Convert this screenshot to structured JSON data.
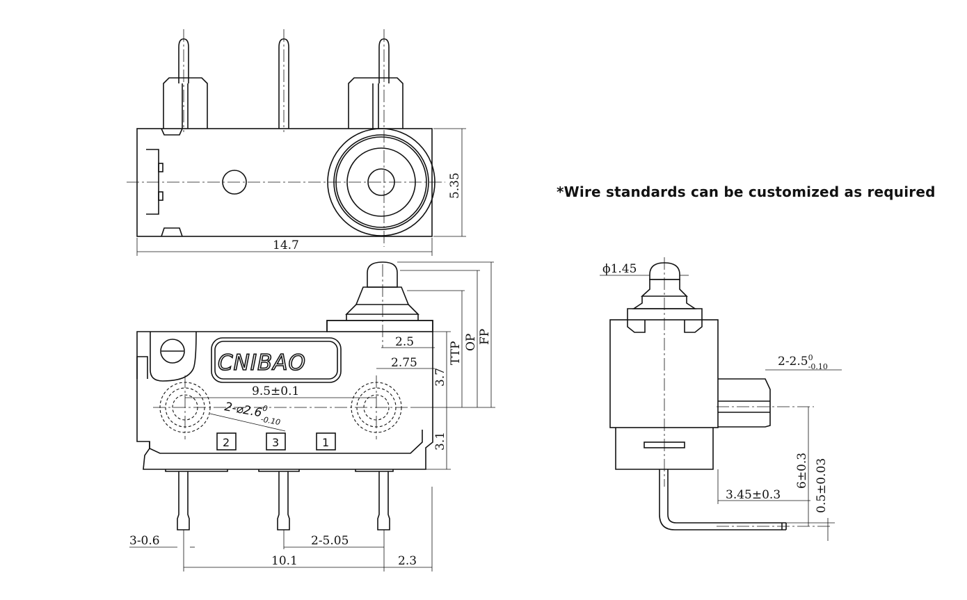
{
  "note": "*Wire standards can be customized as required",
  "brand": "CNIBAO",
  "pins": [
    "2",
    "3",
    "1"
  ],
  "dims": {
    "top_width": "14.7",
    "top_height": "5.35",
    "d_2_5": "2.5",
    "d_2_75": "2.75",
    "d_3_7": "3.7",
    "d_3_1": "3.1",
    "ttp": "TTP",
    "op": "OP",
    "fp": "FP",
    "pitch": "9.5±0.1",
    "holes_main": "2-⌀2.6",
    "holes_sup": "0",
    "holes_sub": "-0.10",
    "pin_width": "3-0.6",
    "pin_pitch": "2-5.05",
    "span": "10.1",
    "d_2_3": "2.3",
    "plunger_dia": "ϕ1.45",
    "side_main": "2-2.5",
    "side_sup": "0",
    "side_sub": "-0.10",
    "d_3_45": "3.45±0.3",
    "d_6": "6±0.3",
    "d_0_5": "0.5±0.03"
  }
}
